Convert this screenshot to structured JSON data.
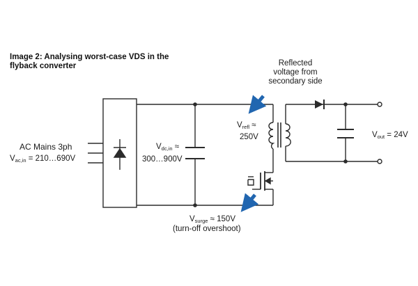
{
  "caption": "Image 2: Analysing worst-case VDS in the flyback converter",
  "labels": {
    "reflected_line1": "Reflected",
    "reflected_line2": "voltage from",
    "reflected_line3": "secondary side",
    "ac_mains": "AC Mains 3ph",
    "vac_prefix": "V",
    "vac_sub": "ac,in",
    "vac_value": " = 210…690V",
    "vdc_prefix": "V",
    "vdc_sub": "dc,in",
    "vdc_approx": " ≈",
    "vdc_range": "300…900V",
    "vrefl_prefix": "V",
    "vrefl_sub": "refl",
    "vrefl_approx": " ≈",
    "vrefl_value": "250V",
    "vout_prefix": "V",
    "vout_sub": "out",
    "vout_value": " = 24V",
    "vsurge_prefix": "V",
    "vsurge_sub": "surge",
    "vsurge_value": " ≈ 150V",
    "overshoot": "(turn-off overshoot)"
  },
  "colors": {
    "wire": "#2b2b2b",
    "arrow": "#2166b0",
    "text": "#1a1a1a"
  }
}
